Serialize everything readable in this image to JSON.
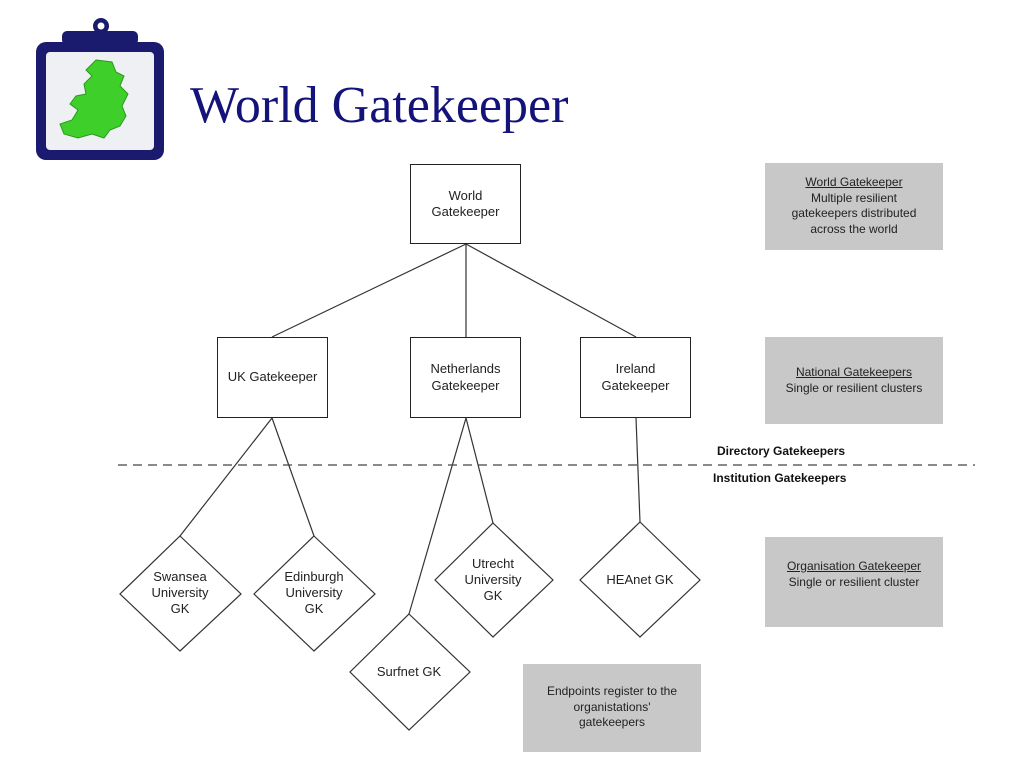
{
  "slide": {
    "title": "World Gatekeeper"
  },
  "tree": {
    "world": "World\nGatekeeper",
    "uk": "UK Gatekeeper",
    "netherlands": "Netherlands\nGatekeeper",
    "ireland": "Ireland\nGatekeeper",
    "swansea": "Swansea\nUniversity\nGK",
    "edinburgh": "Edinburgh\nUniversity\nGK",
    "utrecht": "Utrecht\nUniversity\nGK",
    "heanet": "HEAnet GK",
    "surfnet": "Surfnet GK"
  },
  "sections": {
    "directory": "Directory Gatekeepers",
    "institution": "Institution Gatekeepers"
  },
  "notes": {
    "world": {
      "heading": "World Gatekeeper",
      "body": "Multiple resilient\ngatekeepers distributed\nacross the world"
    },
    "national": {
      "heading": "National Gatekeepers",
      "body": "Single or resilient clusters"
    },
    "organisation": {
      "heading": "Organisation Gatekeeper",
      "body": "Single or resilient cluster"
    },
    "endpoints": {
      "body": "Endpoints register to the\norganistations'\ngatekeepers"
    }
  },
  "colors": {
    "title": "#13137a",
    "logo_frame": "#1a1a6e",
    "logo_map": "#3fcf2a",
    "note_bg": "#c8c8c8"
  },
  "icons": {
    "logo": "clipboard-wales-map-icon"
  }
}
